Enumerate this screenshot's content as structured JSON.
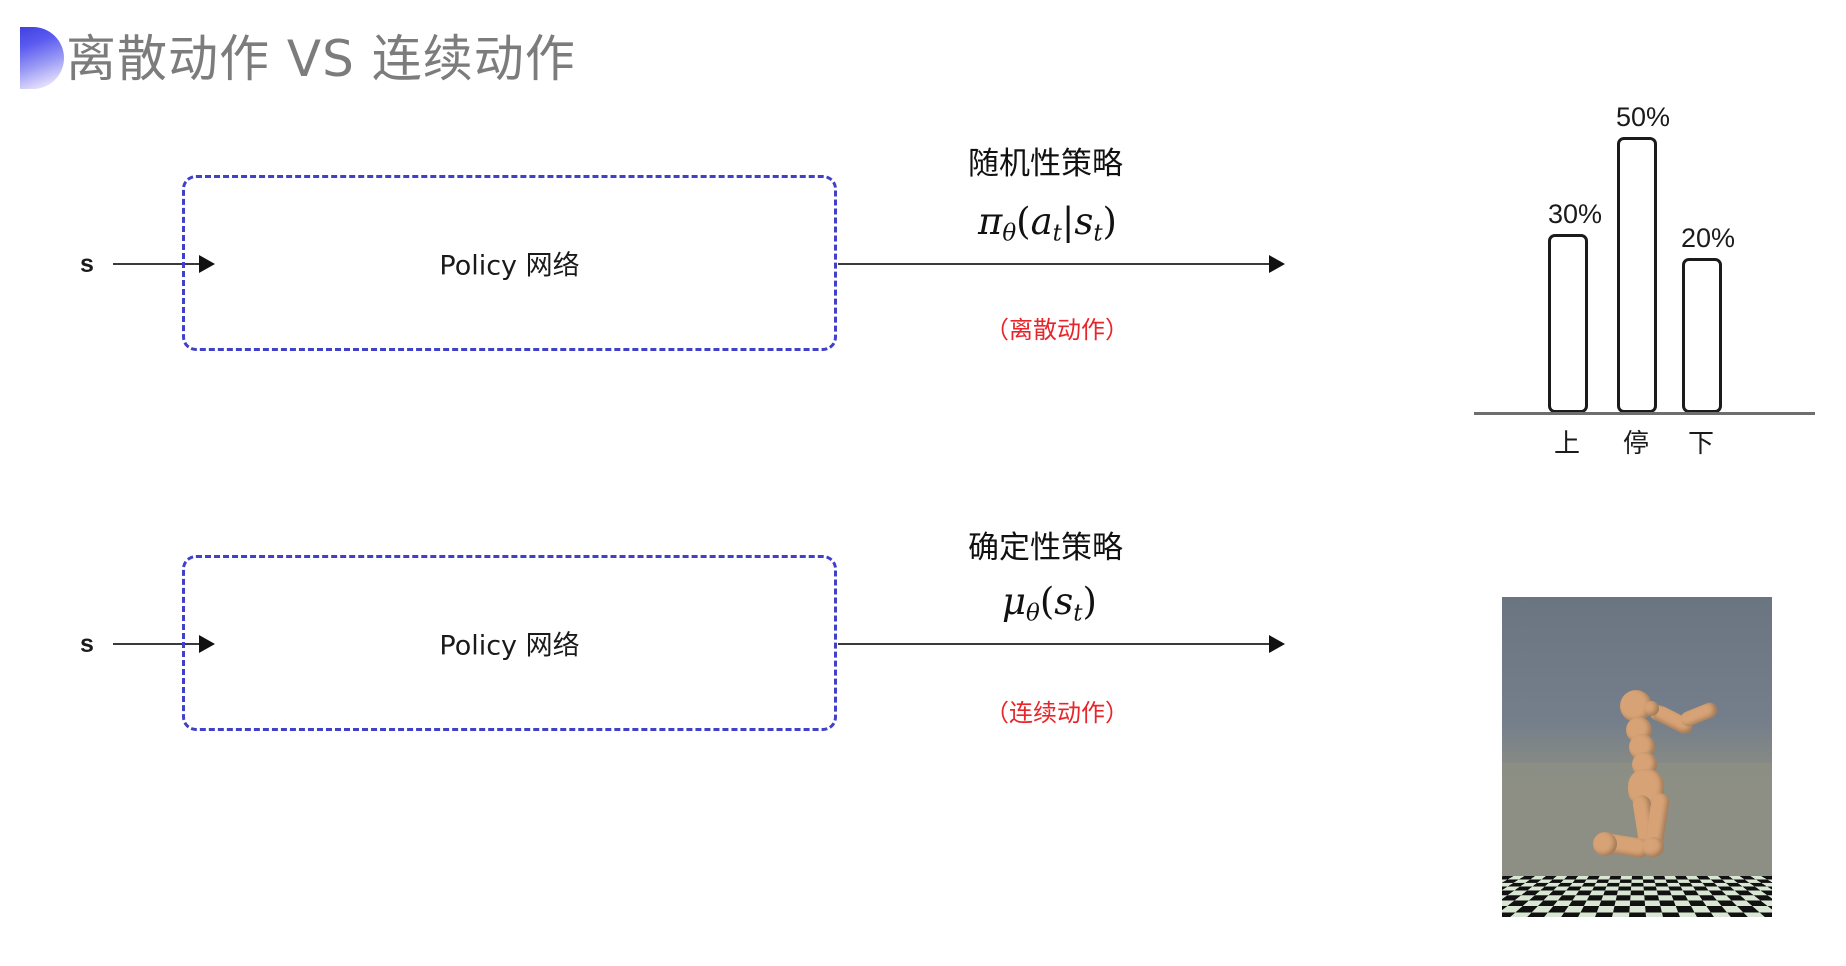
{
  "slide": {
    "title": "离散动作 VS 连续动作",
    "background_color": "#ffffff",
    "title_color": "#7c7c7c",
    "accent_color": "#4040c8",
    "note_color": "#e8252a"
  },
  "rows": [
    {
      "id": "discrete",
      "input_label": "s",
      "box_label": "Policy 网络",
      "policy_name": "随机性策略",
      "formula": {
        "fn": "π",
        "theta": "θ",
        "open": "(",
        "arg1": "a",
        "arg1_sub": "t",
        "bar": "|",
        "arg2": "s",
        "arg2_sub": "t",
        "close": ")",
        "plain": "πθ(at|st)"
      },
      "note": "（离散动作）"
    },
    {
      "id": "continuous",
      "input_label": "s",
      "box_label": "Policy 网络",
      "policy_name": "确定性策略",
      "formula": {
        "fn": "μ",
        "theta": "θ",
        "open": "(",
        "arg1": "s",
        "arg1_sub": "t",
        "close": ")",
        "plain": "μθ(st)"
      },
      "note": "（连续动作）"
    }
  ],
  "chart_data": {
    "type": "bar",
    "title": "",
    "xlabel": "",
    "ylabel": "",
    "categories": [
      "上",
      "停",
      "下"
    ],
    "values": [
      30,
      50,
      20
    ],
    "value_labels": [
      "30%",
      "50%",
      "20%"
    ],
    "ylim": [
      0,
      50
    ],
    "grid": false,
    "legend": "none",
    "bar_style": "outlined-rounded",
    "bar_outline_color": "#1b1b1b",
    "baseline_color": "#6e6e6e"
  },
  "simulation": {
    "caption": "",
    "alt": "MuJoCo humanoid kneeling on checkerboard floor"
  }
}
